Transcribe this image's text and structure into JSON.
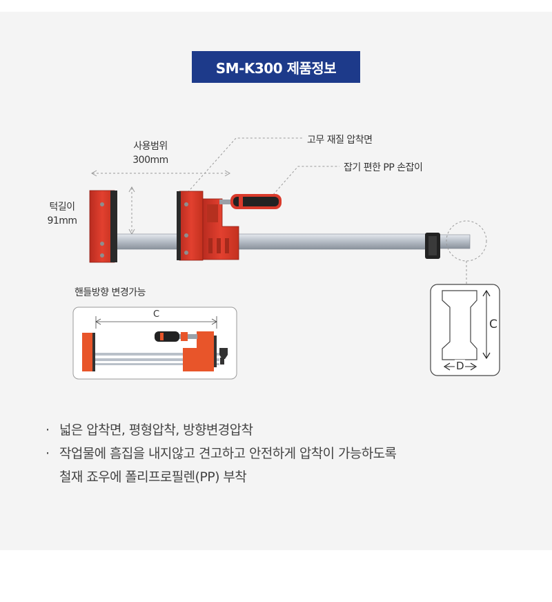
{
  "title": "SM-K300 제품정보",
  "labels": {
    "range_name": "사용범위",
    "range_value": "300mm",
    "throat_name": "턱길이",
    "throat_value": "91mm",
    "rubber": "고무 재질 압착면",
    "handle": "잡기 편한 PP 손잡이",
    "reverse": "핸들방향 변경가능",
    "inset_c": "C",
    "profile_c": "C",
    "profile_d": "D"
  },
  "bullets": {
    "b1": "넓은 압착면, 평형압착, 방향변경압착",
    "b2_line1": "작업물에 흠집을 내지않고 견고하고 안전하게 압착이 가능하도록",
    "b2_line2": "철재 죠우에 폴리프로필렌(PP) 부착",
    "dot": "·"
  },
  "colors": {
    "banner": "#1d3a8a",
    "clamp_red": "#d93a2b",
    "handle_black": "#222222"
  }
}
